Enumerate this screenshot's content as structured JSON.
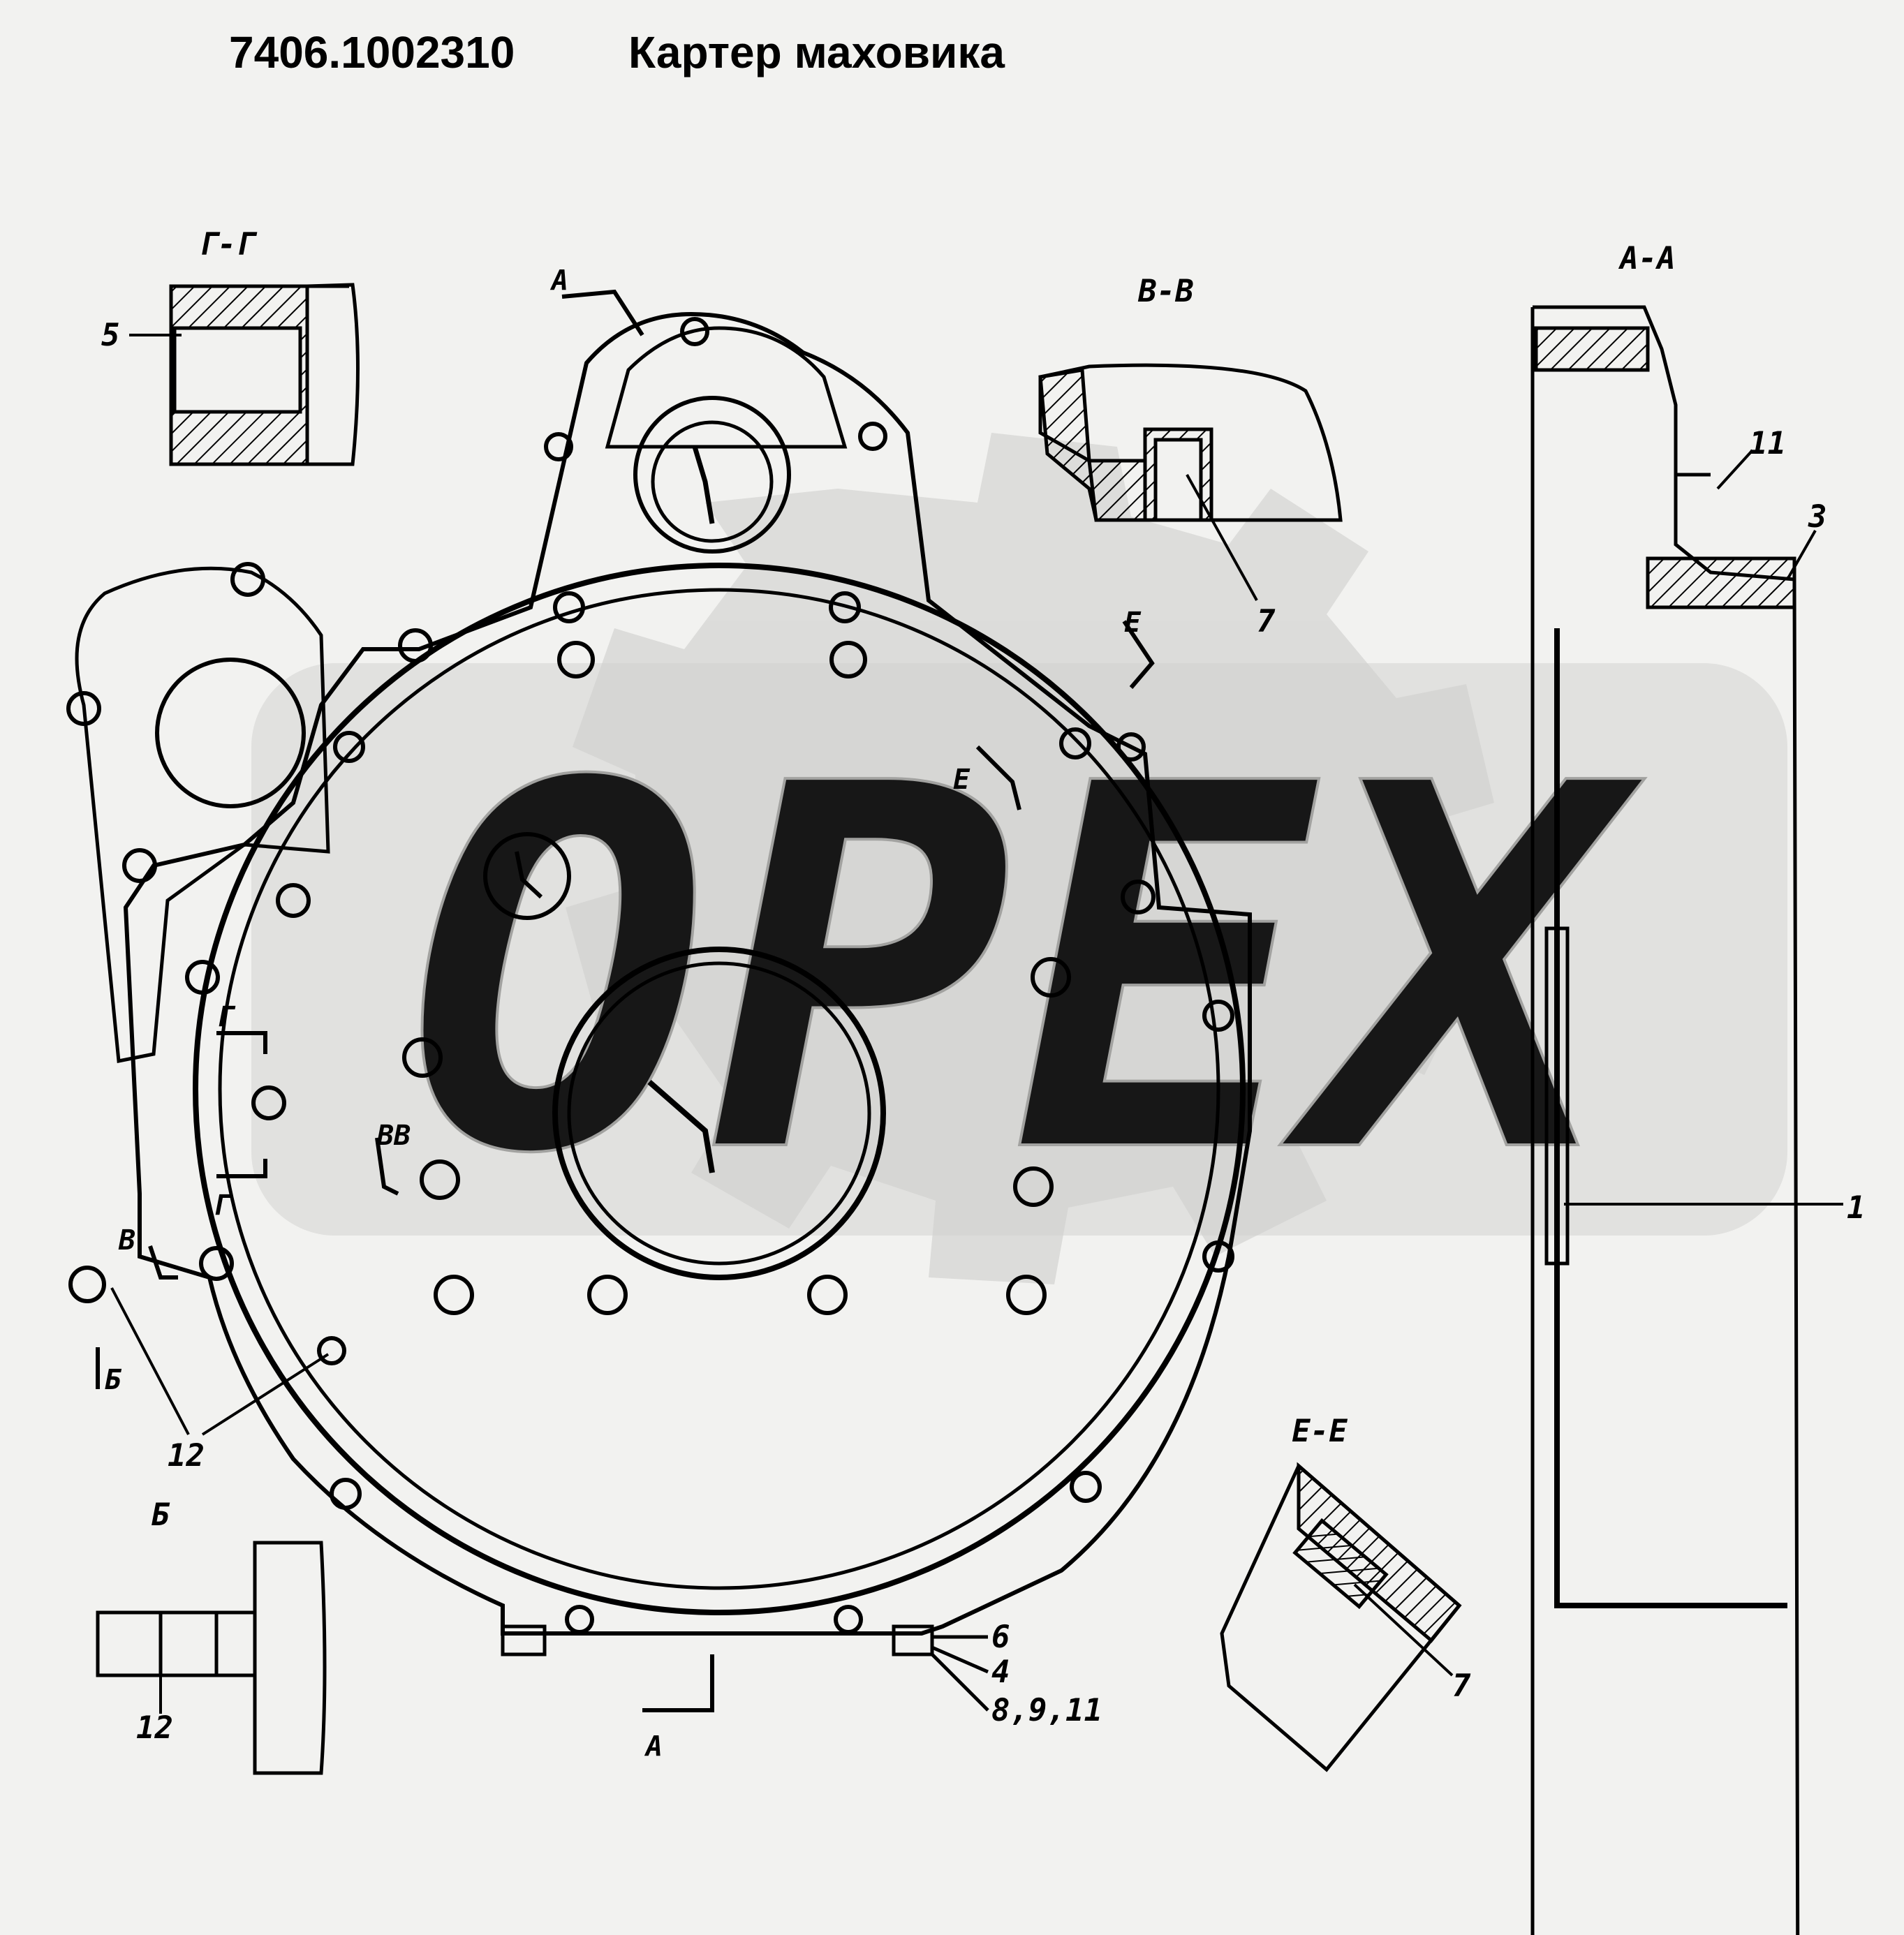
{
  "header": {
    "part_number": "7406.1002310",
    "title": "Картер маховика"
  },
  "watermark": {
    "text": "OPEX"
  },
  "section_titles": {
    "gg": "Г-Г",
    "vv": "В-В",
    "aa": "А-А",
    "ee": "Е-Е",
    "b": "Б"
  },
  "markers": {
    "a_top": "А",
    "a_bottom": "А",
    "e1": "Е",
    "e2": "Е",
    "g1": "Г",
    "g2": "Г",
    "bb": "ВВ",
    "v": "В",
    "b": "Б"
  },
  "callouts": {
    "c5": "5",
    "c7a": "7",
    "c7b": "7",
    "c11": "11",
    "c3": "3",
    "c1": "1",
    "c12a": "12",
    "c12b": "12",
    "c6": "6",
    "c4": "4",
    "c8911": "8,9,11"
  },
  "colors": {
    "line": "#000000",
    "background": "#f2f2f0",
    "watermark": "#d6d6d4"
  }
}
